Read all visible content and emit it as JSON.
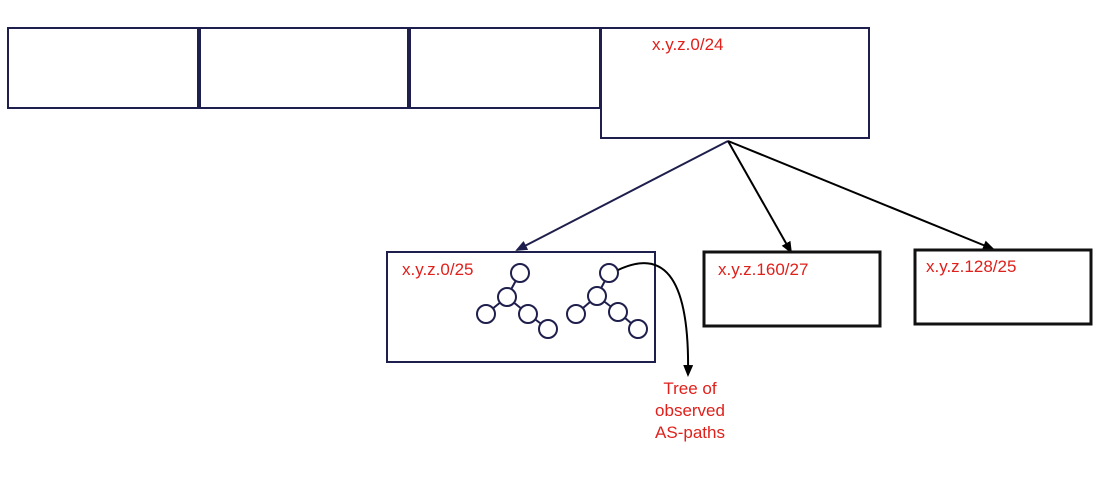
{
  "colors": {
    "label": "#e0201b",
    "box_stroke": "#1f1f4d",
    "arrow_blue": "#1f1f4d",
    "arrow_black": "#000000"
  },
  "root": {
    "prefix": "x.y.z.0/24"
  },
  "children": [
    {
      "prefix": "x.y.z.0/25"
    },
    {
      "prefix": "x.y.z.160/27"
    },
    {
      "prefix": "x.y.z.128/25"
    }
  ],
  "annotation": {
    "lines": [
      "Tree of",
      "observed",
      "AS-paths"
    ]
  }
}
